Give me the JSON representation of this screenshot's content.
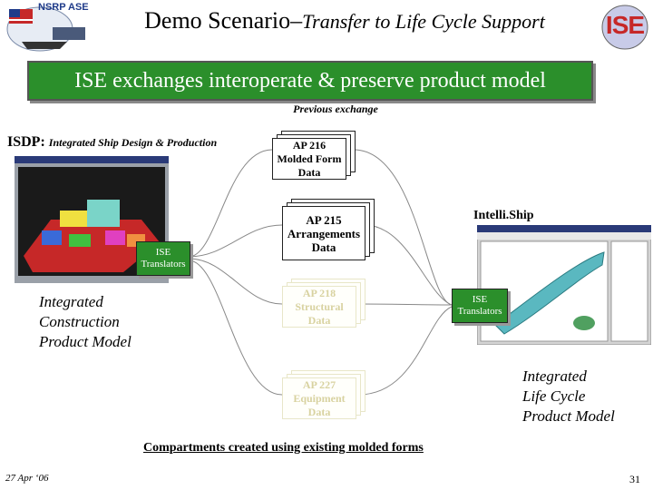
{
  "title": {
    "main": "Demo Scenario–",
    "italic": "Transfer to Life Cycle Support"
  },
  "logos": {
    "left_text": "NSRP ASE",
    "right_text": "ISE"
  },
  "banner": "ISE exchanges interoperate & preserve product model",
  "previous_exchange": "Previous exchange",
  "isdp": {
    "prefix": "ISDP:",
    "name": "Integrated Ship Design & Production"
  },
  "translators_label": "ISE Translators",
  "construction_model": [
    "Integrated",
    "Construction",
    "Product Model"
  ],
  "docs": {
    "ap216": [
      "AP 216",
      "Molded Form",
      "Data"
    ],
    "ap215": [
      "AP 215",
      "Arrangements",
      "Data"
    ],
    "ap218": [
      "AP 218",
      "Structural",
      "Data"
    ],
    "ap227": [
      "AP 227",
      "Equipment",
      "Data"
    ]
  },
  "intelliship": "Intelli.Ship",
  "lifecycle_model": [
    "Integrated",
    "Life Cycle",
    "Product Model"
  ],
  "compartments": "Compartments created using existing molded forms",
  "footer": {
    "date": "27 Apr ‘06",
    "page": "31"
  },
  "colors": {
    "banner": "#2b8f2b",
    "faded_text": "#d8d2a0"
  }
}
